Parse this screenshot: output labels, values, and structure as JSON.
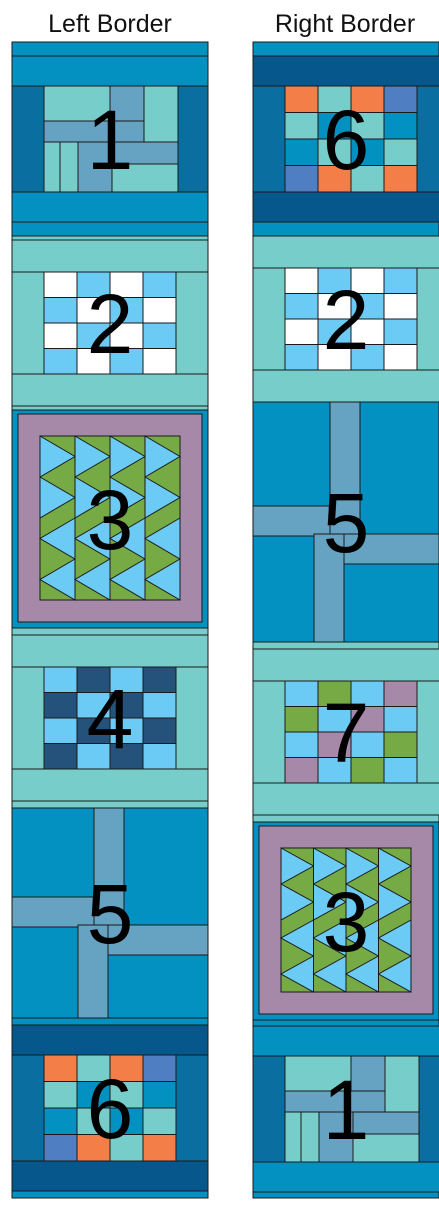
{
  "headings": {
    "left": "Left Border",
    "right": "Right Border"
  },
  "colors": {
    "teal_mid": "#0391c2",
    "teal_dark": "#0a6ea0",
    "navy_band": "#06588c",
    "seafoam": "#77cdca",
    "slate_blue": "#66a3c2",
    "light_blue": "#6bcbf5",
    "white": "#ffffff",
    "dark_navy": "#25527a",
    "orange": "#f47e48",
    "royal_blue": "#4f7ec2",
    "mauve": "#a688a8",
    "green": "#76aa45",
    "outline": "#1a1a1a"
  },
  "columns": [
    {
      "name": "left-border",
      "blocks": [
        {
          "number": "1"
        },
        {
          "number": "2"
        },
        {
          "number": "3"
        },
        {
          "number": "4"
        },
        {
          "number": "5"
        },
        {
          "number": "6"
        }
      ]
    },
    {
      "name": "right-border",
      "blocks": [
        {
          "number": "6"
        },
        {
          "number": "2"
        },
        {
          "number": "5"
        },
        {
          "number": "7"
        },
        {
          "number": "3"
        },
        {
          "number": "1"
        }
      ]
    }
  ]
}
